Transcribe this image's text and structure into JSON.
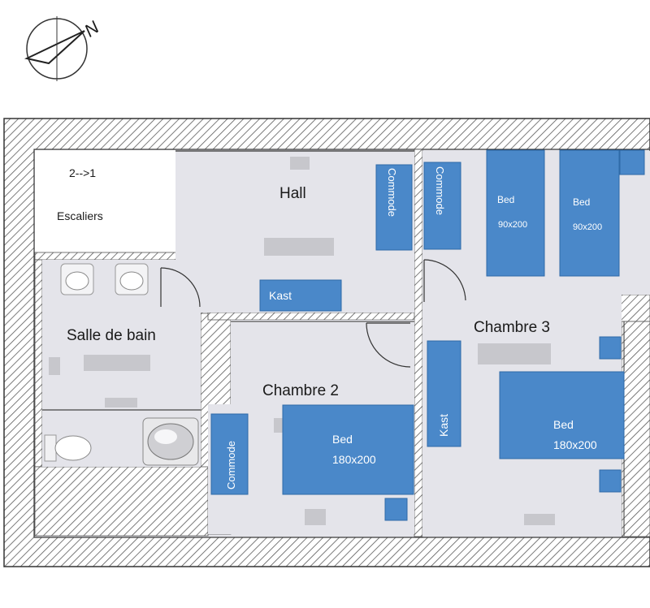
{
  "colors": {
    "wall_hatch": "#5a5a5a",
    "floor": "#e4e4ea",
    "furniture": "#4a88c9",
    "furniture_edge": "#2f6aa8",
    "placeholder": "#c7c7cc"
  },
  "compass": {
    "north_label": "N"
  },
  "rooms": {
    "stairs": {
      "direction": "2-->1",
      "name": "Escaliers"
    },
    "hall": {
      "name": "Hall"
    },
    "bathroom": {
      "name": "Salle de bain"
    },
    "bedroom2": {
      "name": "Chambre 2"
    },
    "bedroom3": {
      "name": "Chambre 3"
    }
  },
  "furniture": {
    "hall_commode": "Commode",
    "hall_kast": "Kast",
    "ch3_commode": "Commode",
    "ch3_bed1": {
      "label": "Bed",
      "size": "90x200"
    },
    "ch3_bed2": {
      "label": "Bed",
      "size": "90x200"
    },
    "ch3_kast": "Kast",
    "ch3_bed_big": {
      "label": "Bed",
      "size": "180x200"
    },
    "ch2_commode": "Commode",
    "ch2_bed": {
      "label": "Bed",
      "size": "180x200"
    }
  }
}
